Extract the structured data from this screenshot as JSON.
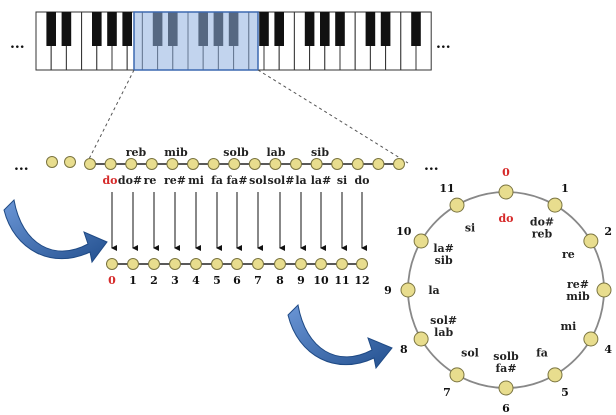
{
  "keyboard": {
    "ellipsis_left": "...",
    "ellipsis_right": "..."
  },
  "line": {
    "ellipsis_left": "...",
    "ellipsis_right": "..."
  },
  "top_flats": [
    "reb",
    "mib",
    "solb",
    "lab",
    "sib"
  ],
  "bottom_notes": [
    "do",
    "do#",
    "re",
    "re#",
    "mi",
    "fa",
    "fa#",
    "sol",
    "sol#",
    "la",
    "la#",
    "si",
    "do"
  ],
  "numbers": [
    "0",
    "1",
    "2",
    "3",
    "4",
    "5",
    "6",
    "7",
    "8",
    "9",
    "10",
    "11",
    "12"
  ],
  "circle": {
    "numbers": [
      "0",
      "1",
      "2",
      "3",
      "4",
      "5",
      "6",
      "7",
      "8",
      "9",
      "10",
      "11"
    ],
    "names": [
      [
        "do"
      ],
      [
        "do#",
        "reb"
      ],
      [
        "re"
      ],
      [
        "re#",
        "mib"
      ],
      [
        "mi"
      ],
      [
        "fa"
      ],
      [
        "solb",
        "fa#"
      ],
      [
        "sol"
      ],
      [
        "sol#",
        "lab"
      ],
      [
        "la"
      ],
      [
        "la#",
        "sib"
      ],
      [
        "si"
      ]
    ]
  },
  "colors": {
    "node_fill": "#e8dd8e",
    "node_stroke": "#7a7440",
    "highlight": "#8fb1e0",
    "arrow_blue": "#2f5fa8",
    "accent_red": "#d62a2a"
  }
}
